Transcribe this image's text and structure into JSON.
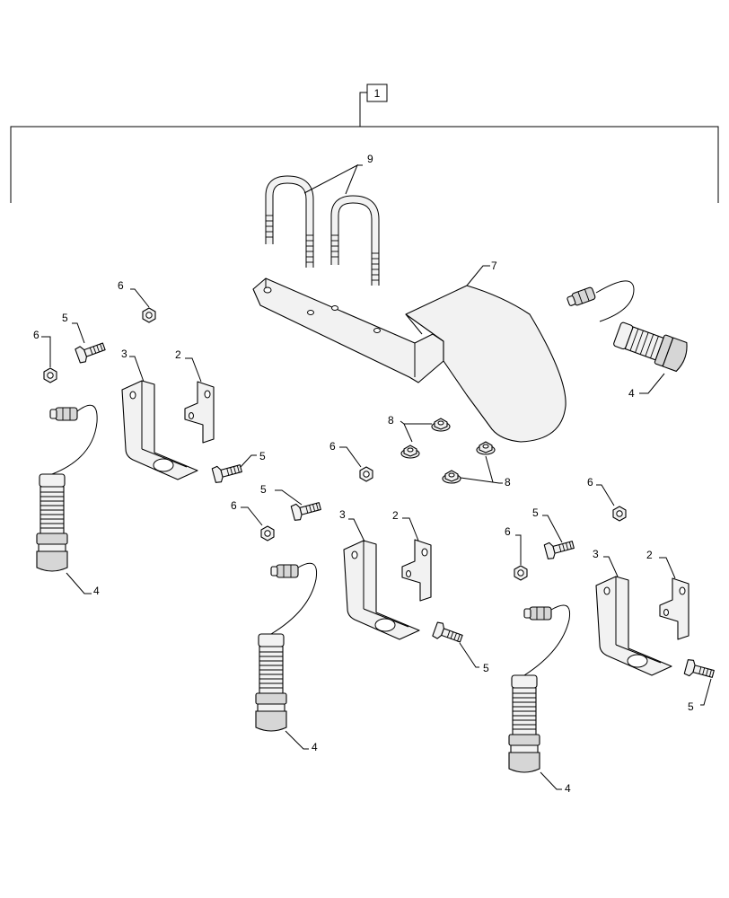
{
  "assembly": {
    "number": "1"
  },
  "callouts": {
    "u_bolt": "9",
    "bracket_main": "7",
    "sensor_a": "4",
    "sensor_b": "4",
    "sensor_c": "4",
    "sensor_d": "4",
    "nut_a": "6",
    "nut_b": "6",
    "nut_c": "6",
    "nut_d": "6",
    "nut_e": "6",
    "bolt_a": "5",
    "bolt_b": "5",
    "bolt_c": "5",
    "bolt_d": "5",
    "bolt_e": "5",
    "bolt_f": "5",
    "bracket_l_a": "3",
    "bracket_l_b": "3",
    "bracket_l_c": "3",
    "plate_a": "2",
    "plate_b": "2",
    "plate_c": "2",
    "flange_nut_top": "8",
    "flange_nut_bottom": "8"
  }
}
